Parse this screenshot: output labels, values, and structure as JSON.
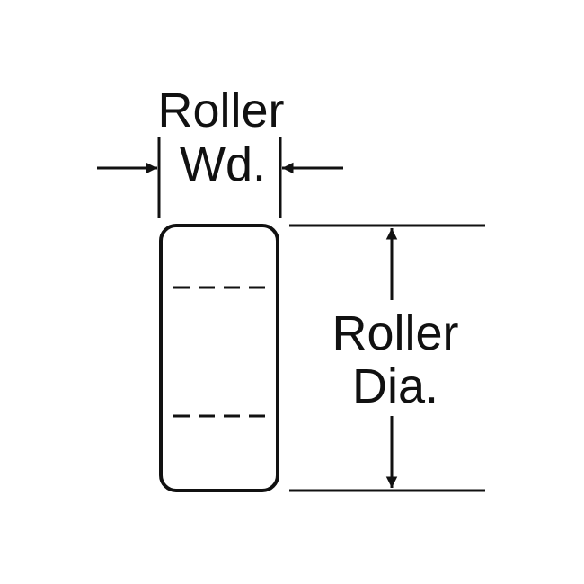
{
  "width_label": {
    "line1": "Roller",
    "line2": "Wd."
  },
  "diameter_label": {
    "line1": "Roller",
    "line2": "Dia."
  },
  "colors": {
    "ink": "#111111",
    "background": "#ffffff"
  }
}
